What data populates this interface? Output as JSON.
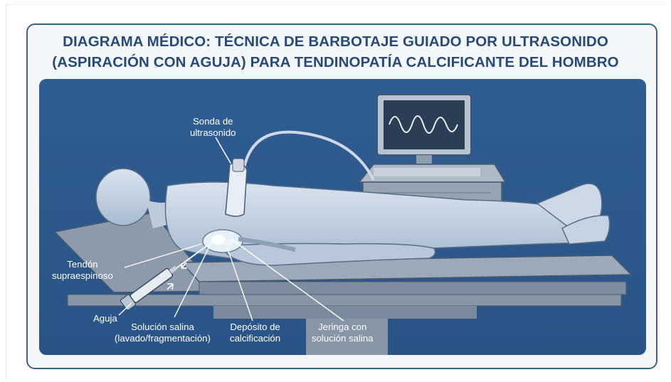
{
  "title": {
    "line1": "DIAGRAMA MÉDICO: TÉCNICA DE BARBOTAJE GUIADO POR ULTRASONIDO",
    "line2": "(ASPIRACIÓN CON AGUJA) PARA TENDINOPATÍA CALCIFICANTE DEL HOMBRO"
  },
  "labels": {
    "probe": {
      "l1": "Sonda de",
      "l2": "ultrasonido"
    },
    "tendon": {
      "l1": "Tendón",
      "l2": "supraespinoso"
    },
    "needle": "Aguja",
    "saline": {
      "l1": "Solución salina",
      "l2": "(lavado/fragmentación)"
    },
    "deposit": {
      "l1": "Depósito de",
      "l2": "calcificación"
    },
    "syringe": {
      "l1": "Jeringa con",
      "l2": "solución salina"
    }
  },
  "colors": {
    "title": "#274a78",
    "frame_border": "#3d5f8a",
    "panel_bg": "#2d5a8e",
    "body_fill": "#c9d6e6",
    "table_fill": "#7f8fa2"
  }
}
